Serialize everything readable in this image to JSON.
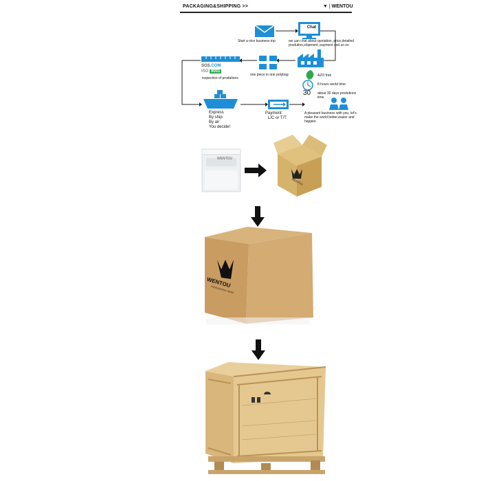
{
  "header": {
    "title": "PACKAGING&SHIPPING",
    "arrows": ">>",
    "brand": "WENTOU",
    "brand_separator": "|"
  },
  "flow": {
    "start_text": "Start a nice business trip",
    "chat_label": "Chat",
    "chat_text": "we can chat about quotation, price,detailed prodution,shipment, payment and so on",
    "sgs": "SGS",
    "sgs_com": ".COM",
    "iso_text": "ISO",
    "iso_badge": "9001",
    "inspection_text": "inspection of produtions",
    "polybag_text": "one piece in one polybag",
    "azo_text": "AZO free",
    "hours_text": "8 hours world time",
    "days_number": "30",
    "days_text": "about 30 days produtions time",
    "shipping_lines": [
      "Express",
      "By ship",
      "By air",
      "You decide!"
    ],
    "payment_title": "Payment:",
    "payment_methods": "L/C or T/T",
    "pleasant_text": "A pleasant business with you, let's make the world better,easier and happier."
  },
  "packaging": {
    "bag_brand": "WENTOU",
    "box_brand": "WENTOU",
    "carton_brand": "WENTOU",
    "carton_sub": "PROFESSIONAL TRADE"
  },
  "colors": {
    "blue": "#1e8fd6",
    "kraft": "#c9a06a",
    "wood": "#e3c690"
  }
}
